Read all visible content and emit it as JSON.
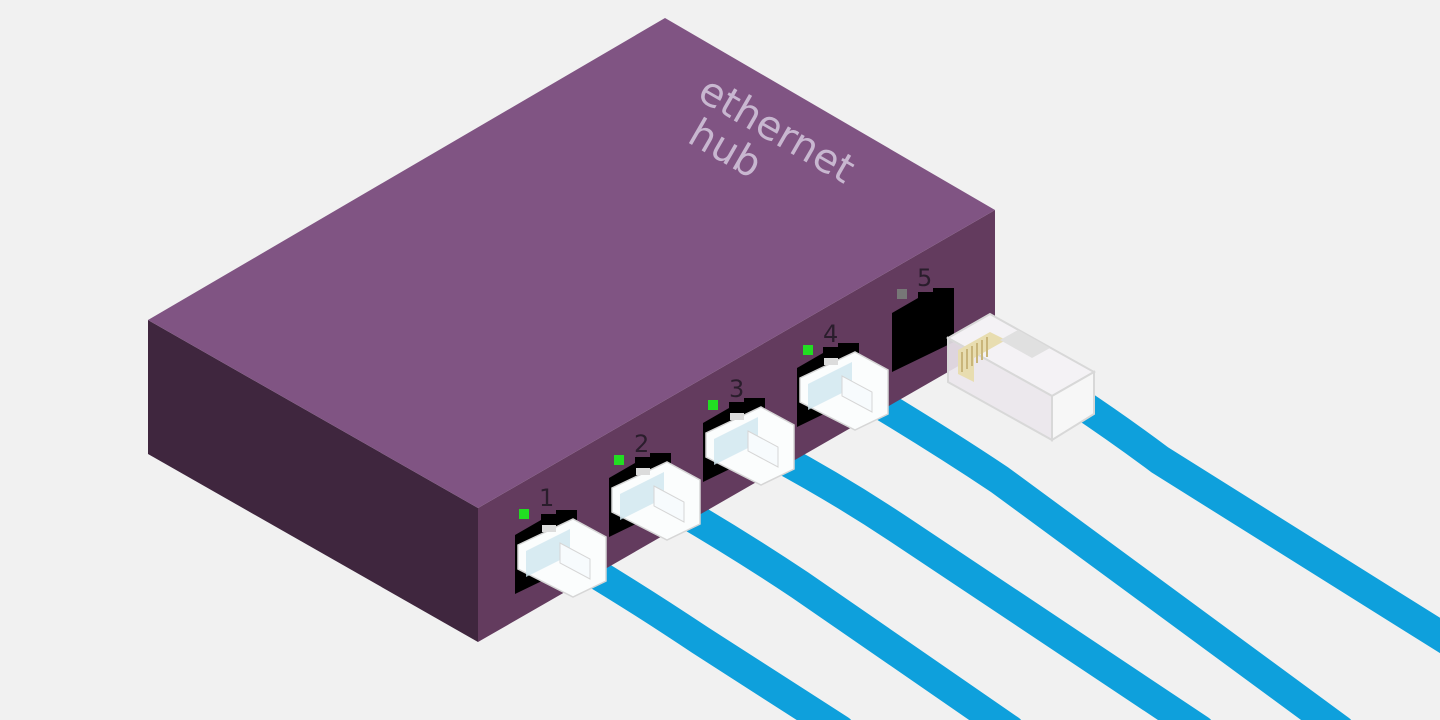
{
  "hub": {
    "label_line1": "ethernet",
    "label_line2": "hub",
    "colors": {
      "top": "#805483",
      "right_face": "#633b5e",
      "left_face": "#3f263e"
    }
  },
  "ports": [
    {
      "number": "1",
      "led": "on",
      "cable": "connected"
    },
    {
      "number": "2",
      "led": "on",
      "cable": "connected"
    },
    {
      "number": "3",
      "led": "on",
      "cable": "connected"
    },
    {
      "number": "4",
      "led": "on",
      "cable": "connected"
    },
    {
      "number": "5",
      "led": "off",
      "cable": "unplugged"
    }
  ],
  "colors": {
    "background": "#f1f1f1",
    "cable": "#0ea0dc",
    "led_on": "#22dd22",
    "led_off": "#777777",
    "plug": "#fbfdfd"
  }
}
